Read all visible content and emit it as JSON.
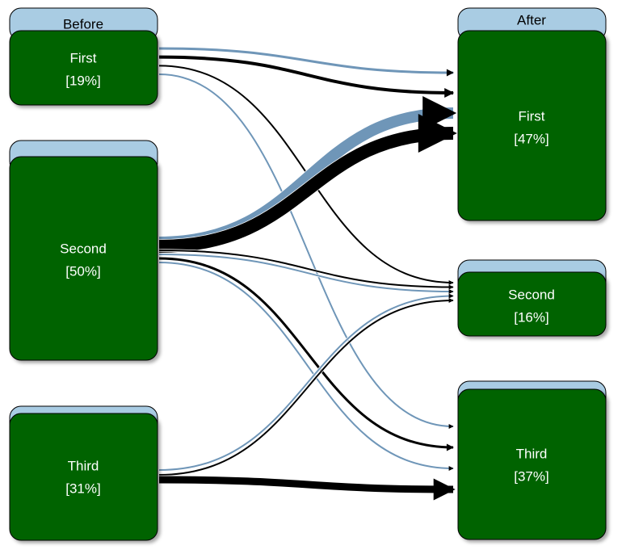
{
  "diagram": {
    "type": "flow",
    "columns": [
      {
        "title": "Before"
      },
      {
        "title": "After"
      }
    ],
    "before_nodes": [
      {
        "id": "before-first",
        "name": "First",
        "percent": "[19%]"
      },
      {
        "id": "before-second",
        "name": "Second",
        "percent": "[50%]"
      },
      {
        "id": "before-third",
        "name": "Third",
        "percent": "[31%]"
      }
    ],
    "after_nodes": [
      {
        "id": "after-first",
        "name": "First",
        "percent": "[47%]"
      },
      {
        "id": "after-second",
        "name": "Second",
        "percent": "[16%]"
      },
      {
        "id": "after-third",
        "name": "Third",
        "percent": "[37%]"
      }
    ],
    "flows": [
      {
        "from": "before-first",
        "to": "after-first",
        "weight": 3,
        "highlight": true
      },
      {
        "from": "before-first",
        "to": "after-first",
        "weight": 4
      },
      {
        "from": "before-first",
        "to": "after-second",
        "weight": 2
      },
      {
        "from": "before-first",
        "to": "after-third",
        "weight": 2,
        "highlight": true
      },
      {
        "from": "before-second",
        "to": "after-first",
        "weight": 14,
        "highlight": true
      },
      {
        "from": "before-second",
        "to": "after-first",
        "weight": 16
      },
      {
        "from": "before-second",
        "to": "after-second",
        "weight": 2
      },
      {
        "from": "before-second",
        "to": "after-second",
        "weight": 2,
        "highlight": true
      },
      {
        "from": "before-second",
        "to": "after-third",
        "weight": 3
      },
      {
        "from": "before-second",
        "to": "after-third",
        "weight": 2,
        "highlight": true
      },
      {
        "from": "before-third",
        "to": "after-second",
        "weight": 2,
        "highlight": true
      },
      {
        "from": "before-third",
        "to": "after-second",
        "weight": 2
      },
      {
        "from": "before-third",
        "to": "after-third",
        "weight": 9
      }
    ],
    "colors": {
      "node_fill": "#006400",
      "node_header": "#a9cce3",
      "flow_dark": "#000000",
      "flow_light": "#6f96b8"
    }
  }
}
